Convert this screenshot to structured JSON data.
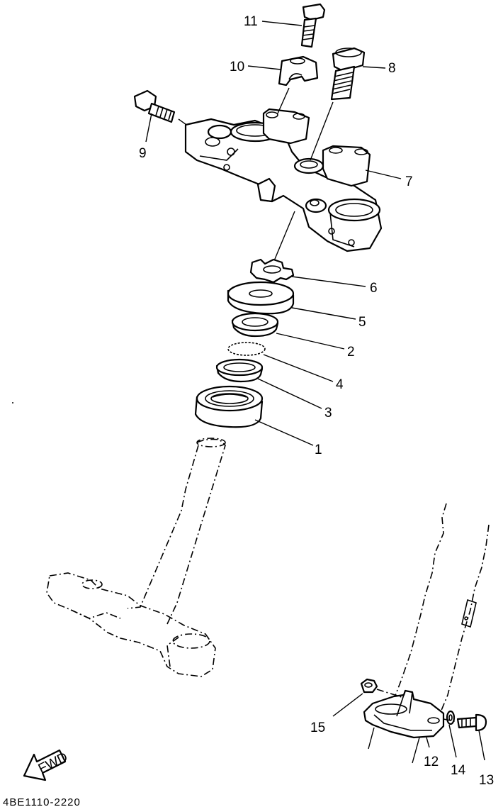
{
  "diagram": {
    "code": "4BE1110-2220",
    "fwd_label": "FWD",
    "callouts": [
      "11",
      "10",
      "8",
      "9",
      "7",
      "6",
      "5",
      "2",
      "4",
      "3",
      "1",
      "15",
      "12",
      "14",
      "13"
    ]
  },
  "icons": {
    "fwd": "fwd-arrow-icon"
  }
}
